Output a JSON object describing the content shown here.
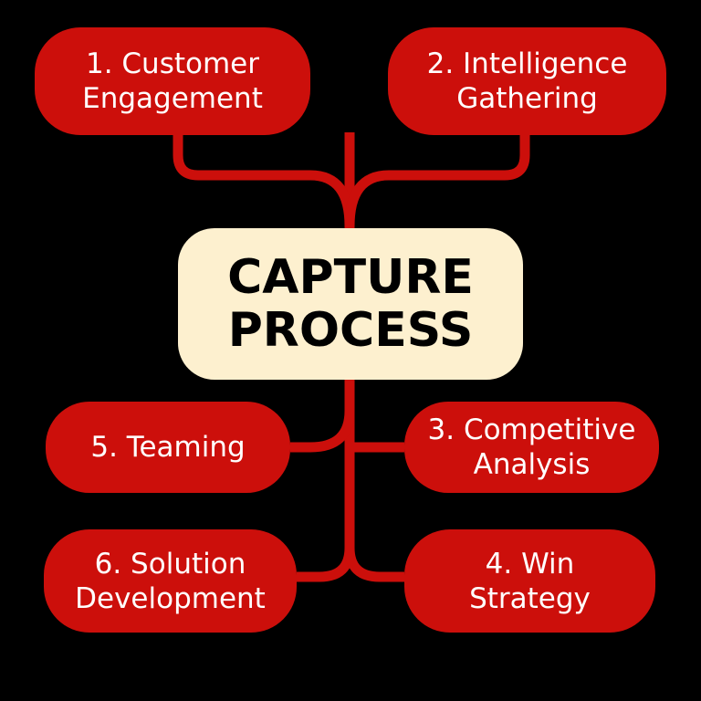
{
  "title": "CAPTURE\nPROCESS",
  "steps": [
    {
      "label": "1. Customer\nEngagement"
    },
    {
      "label": "2. Intelligence\nGathering"
    },
    {
      "label": "3. Competitive\nAnalysis"
    },
    {
      "label": "4. Win\nStrategy"
    },
    {
      "label": "5. Teaming"
    },
    {
      "label": "6. Solution\nDevelopment"
    }
  ],
  "colors": {
    "accent": "#cc0f0b",
    "center": "#fdf0cf",
    "background": "#000000"
  }
}
